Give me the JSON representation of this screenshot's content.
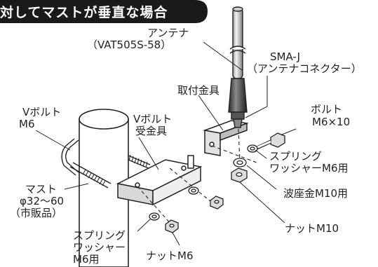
{
  "banner": {
    "text": "対してマストが垂直な場合"
  },
  "labels": {
    "antenna": {
      "line1": "アンテナ",
      "line2": "（VAT505S-58）"
    },
    "sma": {
      "line1": "SMA-J",
      "line2": "（アンテナコネクター）"
    },
    "bracket": {
      "line1": "取付金具"
    },
    "bolt": {
      "line1": "ボルト",
      "line2": "M6×10"
    },
    "vbolt": {
      "line1": "Vボルト",
      "line2": "M6"
    },
    "vbolt_holder": {
      "line1": "Vボルト",
      "line2": "受金具"
    },
    "spring_washer_m6_right": {
      "line1": "スプリング",
      "line2": "ワッシャーM6用"
    },
    "mast": {
      "line1": "マスト",
      "line2": "φ32〜60",
      "line3": "（市販品）"
    },
    "wave_washer": {
      "line1": "波座金M10用"
    },
    "nut_m10": {
      "line1": "ナットM10"
    },
    "spring_washer_m6_left": {
      "line1": "スプリング",
      "line2": "ワッシャー",
      "line3": "M6用"
    },
    "nut_m6": {
      "line1": "ナットM6"
    }
  }
}
